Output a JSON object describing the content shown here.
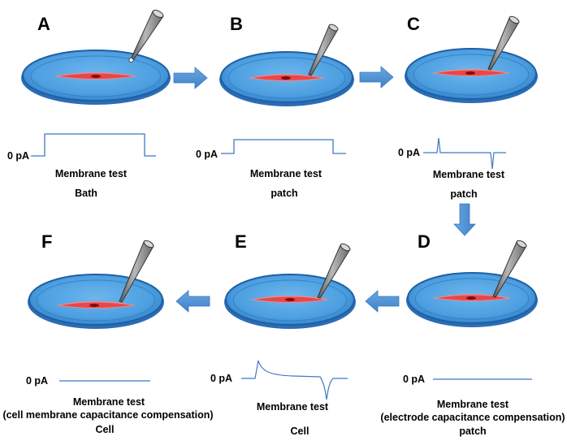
{
  "colors": {
    "dish_fill": "#4d9fe0",
    "dish_rim": "#1f5fa5",
    "cell": "#e8474a",
    "cell_glow": "#f08a8c",
    "nucleus": "#7a0f12",
    "pipette": "#8a8a8a",
    "pipette_dark": "#4a4a4a",
    "arrow": "#4b8fd4",
    "trace": "#3e78c8"
  },
  "panels": [
    {
      "id": "A",
      "letter": "A",
      "zero_label": "0 pA",
      "trace_type": "bath-square",
      "captions": [
        "Membrane test",
        "Bath"
      ]
    },
    {
      "id": "B",
      "letter": "B",
      "zero_label": "0 pA",
      "trace_type": "patch-square",
      "captions": [
        "Membrane test",
        "patch"
      ]
    },
    {
      "id": "C",
      "letter": "C",
      "zero_label": "0 pA",
      "trace_type": "transient-spikes",
      "captions": [
        "Membrane test",
        "patch"
      ]
    },
    {
      "id": "D",
      "letter": "D",
      "zero_label": "0 pA",
      "trace_type": "flat",
      "captions": [
        "Membrane test",
        "(electrode capacitance compensation)",
        "patch"
      ]
    },
    {
      "id": "E",
      "letter": "E",
      "zero_label": "0 pA",
      "trace_type": "capacitive-decay",
      "captions": [
        "Membrane test",
        "Cell"
      ]
    },
    {
      "id": "F",
      "letter": "F",
      "zero_label": "0 pA",
      "trace_type": "flat",
      "captions": [
        "Membrane test",
        "(cell membrane  capacitance compensation)",
        "Cell"
      ]
    }
  ],
  "arrows": [
    {
      "from": "A",
      "to": "B",
      "direction": "right"
    },
    {
      "from": "B",
      "to": "C",
      "direction": "right"
    },
    {
      "from": "C",
      "to": "D",
      "direction": "down"
    },
    {
      "from": "D",
      "to": "E",
      "direction": "left"
    },
    {
      "from": "E",
      "to": "F",
      "direction": "left"
    }
  ]
}
